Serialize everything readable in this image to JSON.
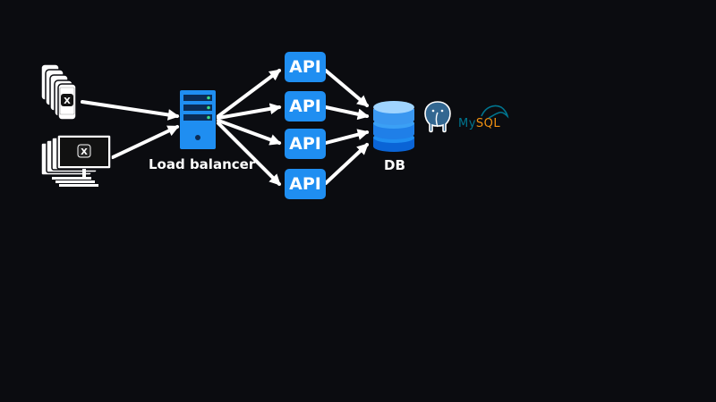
{
  "diagram": {
    "clients": {
      "mobile_logo": "X",
      "desktop_logo": "X"
    },
    "load_balancer": {
      "label": "Load balancer"
    },
    "api_nodes": [
      {
        "label": "API"
      },
      {
        "label": "API"
      },
      {
        "label": "API"
      },
      {
        "label": "API"
      }
    ],
    "database": {
      "label": "DB"
    },
    "db_engines": {
      "postgres_icon": "postgresql-elephant-icon",
      "mysql_prefix": "My",
      "mysql_suffix": "SQL"
    }
  },
  "colors": {
    "background": "#0b0c10",
    "accent_blue": "#1f8ef1",
    "arrow": "#ffffff",
    "server_led": "#3ddc84",
    "postgres_blue": "#336791",
    "mysql_blue": "#00758f",
    "mysql_orange": "#f29111"
  }
}
